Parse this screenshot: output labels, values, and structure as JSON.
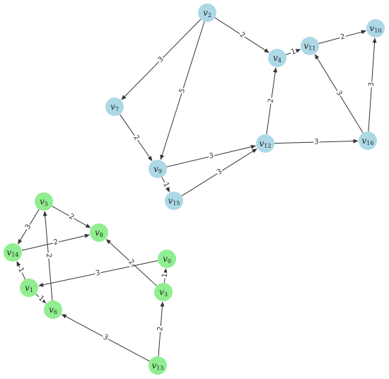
{
  "graph": {
    "colors": {
      "component_a": "#ADD8E6",
      "component_b": "#90EE90",
      "edge": "#333333"
    },
    "nodes": [
      {
        "id": "v0",
        "base": "v",
        "sub": "0",
        "component": "component_b"
      },
      {
        "id": "v1",
        "base": "v",
        "sub": "1",
        "component": "component_b"
      },
      {
        "id": "v2",
        "base": "v",
        "sub": "2",
        "component": "component_a"
      },
      {
        "id": "v3",
        "base": "v",
        "sub": "3",
        "component": "component_b"
      },
      {
        "id": "v4",
        "base": "v",
        "sub": "4",
        "component": "component_a"
      },
      {
        "id": "v5",
        "base": "v",
        "sub": "5",
        "component": "component_b"
      },
      {
        "id": "v6",
        "base": "v",
        "sub": "6",
        "component": "component_b"
      },
      {
        "id": "v7",
        "base": "v",
        "sub": "7",
        "component": "component_a"
      },
      {
        "id": "v8",
        "base": "v",
        "sub": "8",
        "component": "component_b"
      },
      {
        "id": "v9",
        "base": "v",
        "sub": "9",
        "component": "component_a"
      },
      {
        "id": "v10",
        "base": "v",
        "sub": "10",
        "component": "component_a"
      },
      {
        "id": "v11",
        "base": "v",
        "sub": "11",
        "component": "component_a"
      },
      {
        "id": "v12",
        "base": "v",
        "sub": "12",
        "component": "component_a"
      },
      {
        "id": "v13",
        "base": "v",
        "sub": "13",
        "component": "component_b"
      },
      {
        "id": "v14",
        "base": "v",
        "sub": "14",
        "component": "component_b"
      },
      {
        "id": "v15",
        "base": "v",
        "sub": "15",
        "component": "component_a"
      },
      {
        "id": "v16",
        "base": "v",
        "sub": "16",
        "component": "component_a"
      }
    ],
    "edges": [
      {
        "from": "v2",
        "to": "v7",
        "weight": "3"
      },
      {
        "from": "v2",
        "to": "v9",
        "weight": "5"
      },
      {
        "from": "v2",
        "to": "v4",
        "weight": "2"
      },
      {
        "from": "v7",
        "to": "v9",
        "weight": "2"
      },
      {
        "from": "v9",
        "to": "v12",
        "weight": "3"
      },
      {
        "from": "v9",
        "to": "v15",
        "weight": "1"
      },
      {
        "from": "v15",
        "to": "v12",
        "weight": "3"
      },
      {
        "from": "v12",
        "to": "v4",
        "weight": "2"
      },
      {
        "from": "v12",
        "to": "v16",
        "weight": "3"
      },
      {
        "from": "v4",
        "to": "v11",
        "weight": "1"
      },
      {
        "from": "v11",
        "to": "v10",
        "weight": "2"
      },
      {
        "from": "v16",
        "to": "v11",
        "weight": "3"
      },
      {
        "from": "v16",
        "to": "v10",
        "weight": "3"
      },
      {
        "from": "v5",
        "to": "v8",
        "weight": "2"
      },
      {
        "from": "v5",
        "to": "v14",
        "weight": "3"
      },
      {
        "from": "v14",
        "to": "v8",
        "weight": "2"
      },
      {
        "from": "v1",
        "to": "v14",
        "weight": "1"
      },
      {
        "from": "v1",
        "to": "v6",
        "weight": "1"
      },
      {
        "from": "v6",
        "to": "v5",
        "weight": "2"
      },
      {
        "from": "v0",
        "to": "v1",
        "weight": "3"
      },
      {
        "from": "v3",
        "to": "v0",
        "weight": "1"
      },
      {
        "from": "v3",
        "to": "v8",
        "weight": "2"
      },
      {
        "from": "v13",
        "to": "v3",
        "weight": "2"
      },
      {
        "from": "v13",
        "to": "v6",
        "weight": "3"
      }
    ]
  }
}
